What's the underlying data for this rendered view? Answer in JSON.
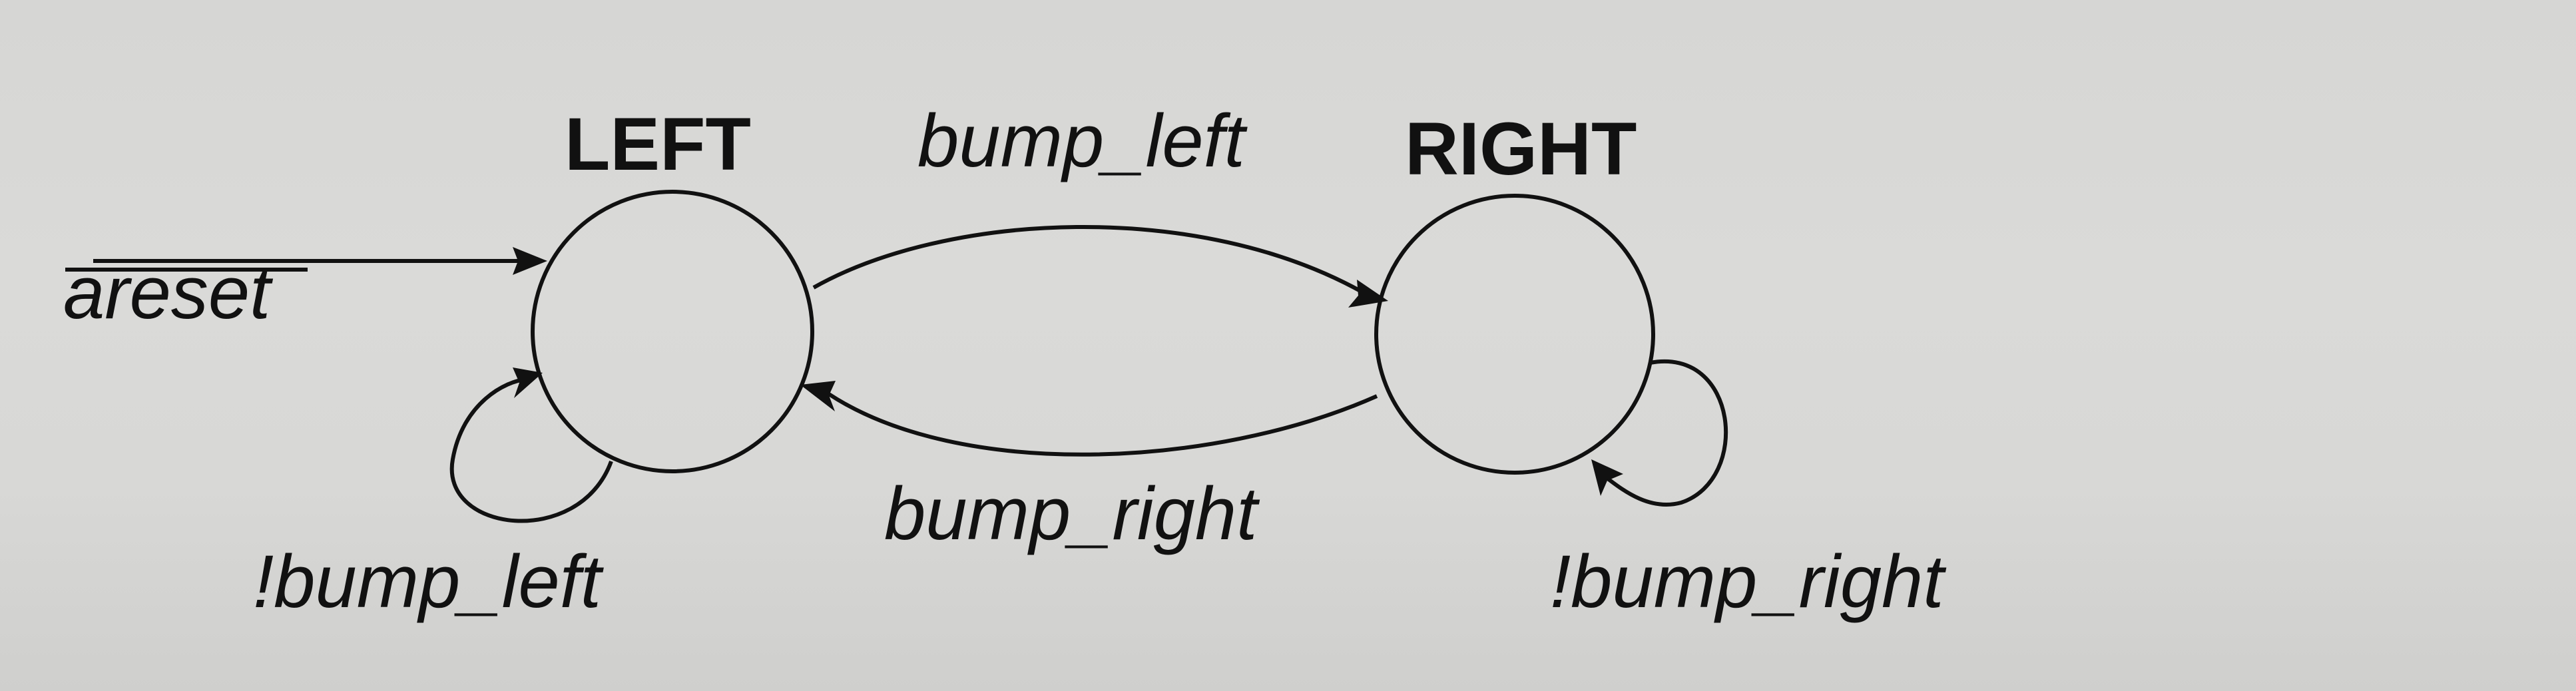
{
  "diagram": {
    "states": {
      "left": {
        "label": "LEFT"
      },
      "right": {
        "label": "RIGHT"
      }
    },
    "transitions": {
      "reset_label": "areset",
      "left_to_right": "bump_left",
      "right_to_left": "bump_right",
      "left_self": "!bump_left",
      "right_self": "!bump_right"
    },
    "colors": {
      "stroke": "#111111",
      "background": "#d8d8d6"
    }
  }
}
